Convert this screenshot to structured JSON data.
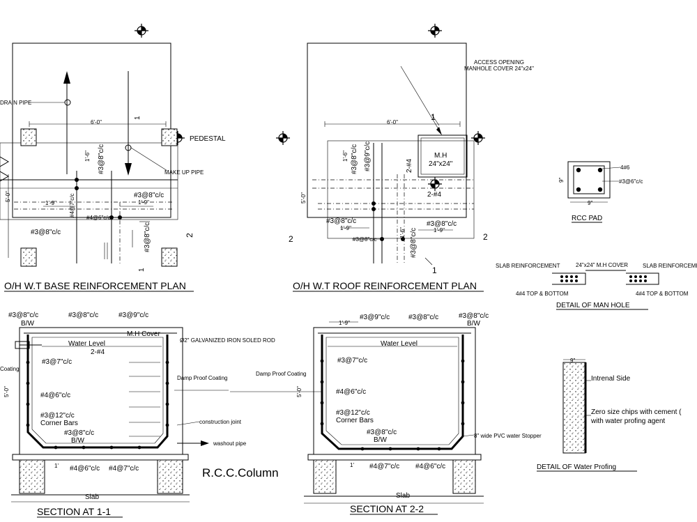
{
  "titles": {
    "base_plan": "O/H W.T BASE REINFORCEMENT PLAN",
    "roof_plan": "O/H W.T ROOF REINFORCEMENT PLAN",
    "man_hole": "DETAIL OF MAN HOLE",
    "section_1": "SECTION AT 1-1",
    "section_2": "SECTION AT 2-2",
    "rcc_pad": "RCC PAD",
    "water_proofing": "DETAIL OF Water Profing",
    "rcc_column": "R.C.C.Column"
  },
  "base_plan": {
    "drain_pipe": "DRAIN PIPE",
    "pedestal": "PEDESTAL",
    "make_up_pipe": "MAKE UP PIPE",
    "dim_width": "6'-0\"",
    "dim_side": "5'-0\"",
    "dim_1_9a": "1'-9\"",
    "dim_1_9b": "1'-9\"",
    "dim_1_6": "1'-6\"",
    "bar_a": "#3@8\"c/c",
    "bar_b": "#3@8\"c/c",
    "bar_c": "#3@8\"c/c",
    "bar_d": "#3@8\"c/c",
    "bar_e": "#4@7\"c/c",
    "bar_f": "#4@6\"c/c",
    "sec_1_top": "1",
    "sec_1_bot": "1",
    "sec_2": "2"
  },
  "roof_plan": {
    "access_line1": "ACCESS OPENING",
    "access_line2": "MANHOLE COVER 24\"x24\"",
    "mh_line1": "M.H",
    "mh_line2": "24\"x24\"",
    "dim_width": "6'-0\"",
    "dim_side": "5'-0\"",
    "bar_a": "#3@8\"c/c",
    "bar_b": "#3@9\"c/c",
    "bar_c": "2-#4",
    "bar_d": "2-#4",
    "bar_e": "#3@8\"c/c",
    "bar_f": "#3@8\"c/c",
    "bar_g": "#3@8\"c/c",
    "bar_h": "#3@8\"c/c",
    "dim_1_9a": "1'-9\"",
    "dim_1_9b": "1'-9\"",
    "dim_1_6a": "1'-6\"",
    "dim_1_6b": "1'-6\"",
    "sec_1_top": "1",
    "sec_1_bot": "1",
    "sec_2_left": "2",
    "sec_2_right": "2"
  },
  "rcc_pad": {
    "bar_main": "4#6",
    "bar_ties": "#3@6\"c/c",
    "dim_w": "9\"",
    "dim_h": "9\""
  },
  "man_hole": {
    "slab_left": "SLAB REINFORCEMENT",
    "cover": "24\"x24\" M.H COVER",
    "slab_right": "SLAB REINFORCEMENT",
    "bottom_left": "4#4 TOP & BOTTOM",
    "bottom_right": "4#4 TOP & BOTTOM"
  },
  "section_1": {
    "top_a": "#3@8\"c/c",
    "top_a2": "B/W",
    "top_b": "#3@8\"c/c",
    "top_c": "#3@9\"c/c",
    "mh_cover": "M.H Cover",
    "rod": "Ø2\" GALVANIZED IRON SOLED ROD",
    "water_level": "Water Level",
    "two_bars": "2-#4",
    "coating_left": "Coating",
    "damp_proof": "Damp Proof Coating",
    "bar_7": "#3@7\"c/c",
    "bar_6": "#4@6\"c/c",
    "bar_12": "#3@12\"c/c",
    "corner": "Corner Bars",
    "bar_8": "#3@8\"c/c",
    "bw": "B/W",
    "construction_joint": "construction joint",
    "washout": "washout pipe",
    "bot_a": "#4@6\"c/c",
    "bot_b": "#4@7\"c/c",
    "dim_1": "1'",
    "slab": "Slab",
    "dim_side": "5'-0\""
  },
  "section_2": {
    "top_dim": "1'-9\"",
    "top_a": "#3@9\"c/c",
    "top_b": "#3@8\"c/c",
    "top_c": "#3@8\"c/c",
    "top_c2": "B/W",
    "water_level": "Water Level",
    "damp_proof": "Damp Proof Coating",
    "bar_7": "#3@7\"c/c",
    "bar_6": "#4@6\"c/c",
    "bar_12": "#3@12\"c/c",
    "corner": "Corner Bars",
    "bar_8": "#3@8\"c/c",
    "bw": "B/W",
    "stopper": "8\" wide PVC water Stopper",
    "bot_a": "#4@7\"c/c",
    "bot_b": "#4@6\"c/c",
    "dim_1": "1'",
    "slab": "Slab",
    "dim_side": "5'-0\""
  },
  "water_proofing": {
    "dim": "9\"",
    "internal": "Intrenal Side",
    "chips_line1": "Zero size chips with cement (",
    "chips_line2": "with water profing agent"
  }
}
